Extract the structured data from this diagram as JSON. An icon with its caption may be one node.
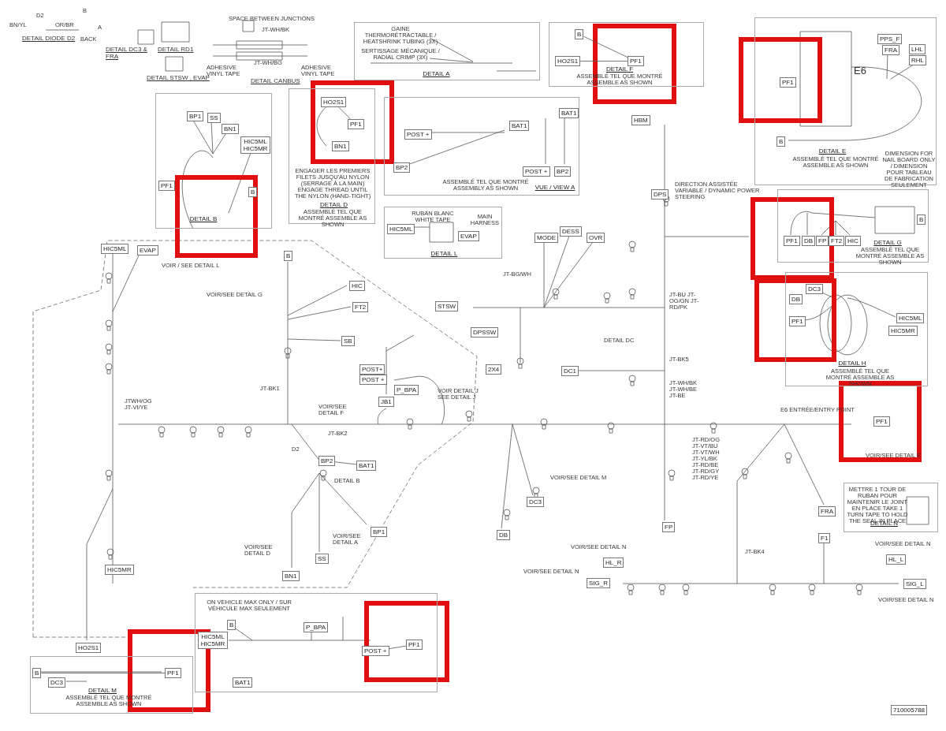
{
  "diagram": {
    "nodes": [
      {
        "text": [
          "DETAIL B"
        ]
      },
      {
        "text": [
          "BP1"
        ],
        "in": 0
      },
      {
        "text": [
          "SS"
        ],
        "in": 0
      },
      {
        "text": [
          "BN1"
        ],
        "in": 0
      },
      {
        "text": [
          "HIC5ML HIC5MR"
        ],
        "in": 0
      },
      {
        "text": [
          "PF1"
        ],
        "in": 0
      },
      {
        "text": [
          "B"
        ],
        "in": 0
      },
      {
        "text": [
          "ENGAGER LES PREMIERS FILETS JUSQU'AU NYLON (SERRAGE À LA MAIN) ENGAGE THREAD UNTIL THE NYLON (HAND-TIGHT)",
          "DETAIL D",
          "ASSEMBLÉ TEL QUE MONTRÉ ASSEMBLE AS SHOWN"
        ]
      },
      {
        "text": [
          "HO2S1"
        ],
        "in": 7
      },
      {
        "text": [
          "PF1"
        ],
        "in": 7
      },
      {
        "text": [
          "BN1"
        ],
        "in": 7
      },
      {
        "text": [
          "ASSEMBLÉ TEL QUE MONTRÉ ASSEMBLY AS SHOWN",
          "VUE / VIEW A"
        ]
      },
      {
        "text": [
          "POST +"
        ],
        "in": 11
      },
      {
        "text": [
          "BAT1"
        ],
        "in": 11
      },
      {
        "text": [
          "BP2"
        ],
        "in": 11
      },
      {
        "text": [
          "BAT1"
        ],
        "in": 11
      },
      {
        "text": [
          "POST +"
        ],
        "in": 11
      },
      {
        "text": [
          "BP2"
        ],
        "in": 11
      },
      {
        "text": [
          "GAINE THERMORÉTRACTABLE / HEATSHRINK TUBING (3X)",
          "SERTISSAGE MÉCANIQUE / RADIAL CRIMP (3X)",
          "DETAIL A"
        ]
      },
      {
        "text": [
          "DETAIL F",
          "ASSEMBLÉ TEL QUE MONTRÉ ASSEMBLE AS SHOWN"
        ]
      },
      {
        "text": [
          "B"
        ],
        "in": 19
      },
      {
        "text": [
          "HO2S1"
        ],
        "in": 19
      },
      {
        "text": [
          "PF1"
        ],
        "in": 19
      },
      {
        "text": [
          "E6",
          "DETAIL E",
          "ASSEMBLÉ TEL QUE MONTRÉ ASSEMBLE AS SHOWN",
          "DIMENSION FOR NAIL BOARD ONLY / DIMENSION POUR TABLEAU DE FABRICATION SEULEMENT"
        ]
      },
      {
        "text": [
          "PF1"
        ],
        "in": 23
      },
      {
        "text": [
          "PPS_F"
        ],
        "in": 23
      },
      {
        "text": [
          "FRA"
        ],
        "in": 23
      },
      {
        "text": [
          "LHL"
        ],
        "in": 23
      },
      {
        "text": [
          "RHL"
        ],
        "in": 23
      },
      {
        "text": [
          "B"
        ],
        "in": 23
      },
      {
        "text": [
          "DETAIL G",
          "ASSEMBLÉ TEL QUE MONTRÉ ASSEMBLE AS SHOWN"
        ]
      },
      {
        "text": [
          "PF1"
        ],
        "in": 30
      },
      {
        "text": [
          "DB"
        ],
        "in": 30
      },
      {
        "text": [
          "FP"
        ],
        "in": 30
      },
      {
        "text": [
          "FT2"
        ],
        "in": 30
      },
      {
        "text": [
          "HIC"
        ],
        "in": 30
      },
      {
        "text": [
          "B"
        ],
        "in": 30
      },
      {
        "text": [
          "DETAIL H",
          "ASSEMBLÉ TEL QUE MONTRÉ ASSEMBLE AS SHOWN"
        ]
      },
      {
        "text": [
          "DC3"
        ],
        "in": 37
      },
      {
        "text": [
          "DB"
        ],
        "in": 37
      },
      {
        "text": [
          "PF1"
        ],
        "in": 37
      },
      {
        "text": [
          "HIC5ML"
        ],
        "in": 37
      },
      {
        "text": [
          "HIC5MR"
        ],
        "in": 37
      },
      {
        "text": [
          "RUBAN BLANC WHITE TAPE",
          "MAIN HARNESS",
          "DETAIL L"
        ]
      },
      {
        "text": [
          "HIC5ML"
        ],
        "in": 43
      },
      {
        "text": [
          "EVAP"
        ],
        "in": 43
      },
      {
        "text": [
          "METTRE 1 TOUR DE RUBAN POUR MAINTENIR LE JOINT EN PLACE TAKE 1 TURN TAPE TO HOLD THE SEAL IN PLACE",
          "DETAIL N"
        ]
      },
      {
        "text": [
          "ON VEHICLE MAX ONLY / SUR VÉHICULE MAX SEULEMENT"
        ]
      },
      {
        "text": [
          "B"
        ],
        "in": 47
      },
      {
        "text": [
          "HIC5ML HIC5MR"
        ],
        "in": 47
      },
      {
        "text": [
          "P_BPA"
        ],
        "in": 47
      },
      {
        "text": [
          "POST +"
        ],
        "in": 47
      },
      {
        "text": [
          "PF1"
        ],
        "in": 47
      },
      {
        "text": [
          "BAT1"
        ],
        "in": 47
      },
      {
        "text": [
          "DETAIL M",
          "ASSEMBLÉ TEL QUE MONTRÉ ASSEMBLE AS SHOWN"
        ]
      },
      {
        "text": [
          "B"
        ],
        "in": 54
      },
      {
        "text": [
          "DC3"
        ],
        "in": 54
      },
      {
        "text": [
          "PF1"
        ],
        "in": 54
      },
      {
        "text": [
          "HIC5ML"
        ]
      },
      {
        "text": [
          "EVAP"
        ]
      },
      {
        "text": [
          "B"
        ]
      },
      {
        "text": [
          "HIC"
        ]
      },
      {
        "text": [
          "FT2"
        ]
      },
      {
        "text": [
          "SB"
        ]
      },
      {
        "text": [
          "POST+"
        ]
      },
      {
        "text": [
          "POST +"
        ]
      },
      {
        "text": [
          "P_BPA"
        ]
      },
      {
        "text": [
          "JB1"
        ]
      },
      {
        "text": [
          "BP2"
        ]
      },
      {
        "text": [
          "BAT1"
        ]
      },
      {
        "text": [
          "BP1"
        ]
      },
      {
        "text": [
          "SS"
        ]
      },
      {
        "text": [
          "BN1"
        ]
      },
      {
        "text": [
          "HIC5MR"
        ]
      },
      {
        "text": [
          "HO2S1"
        ]
      },
      {
        "text": [
          "HBM"
        ]
      },
      {
        "text": [
          "DPS"
        ]
      },
      {
        "text": [
          "MODE"
        ]
      },
      {
        "text": [
          "DESS"
        ]
      },
      {
        "text": [
          "OVR"
        ]
      },
      {
        "text": [
          "STSW"
        ]
      },
      {
        "text": [
          "DPSSW"
        ]
      },
      {
        "text": [
          "2X4"
        ]
      },
      {
        "text": [
          "DC1"
        ]
      },
      {
        "text": [
          "PF1"
        ]
      },
      {
        "text": [
          "DB"
        ]
      },
      {
        "text": [
          "DC3"
        ]
      },
      {
        "text": [
          "FP"
        ]
      },
      {
        "text": [
          "FRA"
        ]
      },
      {
        "text": [
          "F1"
        ]
      },
      {
        "text": [
          "HL_R"
        ]
      },
      {
        "text": [
          "SIG_R"
        ]
      },
      {
        "text": [
          "HL_L"
        ]
      },
      {
        "text": [
          "SIG_L"
        ]
      },
      {
        "text": [
          "710005788"
        ]
      }
    ],
    "edges": [
      {
        "from": 21,
        "to": 22,
        "arrow": "none"
      },
      {
        "from": 20,
        "to": 22,
        "arrow": "none"
      },
      {
        "from": 8,
        "to": 9,
        "arrow": "none"
      },
      {
        "from": 55,
        "to": 57,
        "arrow": "none"
      },
      {
        "from": 51,
        "to": 52,
        "arrow": "none"
      },
      {
        "from": 69,
        "to": 68,
        "arrow": "none"
      }
    ],
    "labels": [
      "BN/YL",
      "D2",
      "OR/BR",
      "DETAIL DIODE D2",
      "B",
      "A",
      "BACK",
      "DETAIL DC3 & FRA",
      "DETAIL RD1",
      "DETAIL STSW , EVAP",
      "SPACE BETWEEN JUNCTIONS",
      "JT-WH/BK",
      "ADHESIVE VINYL TAPE",
      "JT-WH/BG",
      "DETAIL CANBUS",
      "ADHESIVE VINYL TAPE",
      "VOIR / SEE DETAIL L",
      "VOIR/SEE DETAIL G",
      "JT-BK1",
      "VOIR DETAIL J SEE DETAIL J",
      "JTWH/OG JT-VI/YE",
      "VOIR/SEE DETAIL F",
      "JT-BK2",
      "D2",
      "DETAIL B",
      "VOIR/SEE DETAIL D",
      "VOIR/SEE DETAIL A",
      "JT-BG/WH",
      "DIRECTION ASSISTÉE VARIABLE / DYNAMIC POWER STEERING",
      "JT-BU JT-OG/GN JT-RD/PK",
      "DETAIL DC",
      "JT-BK5",
      "JT-WH/BK JT-WH/BE JT-BE",
      "E6 ENTRÉE/ENTRY POINT",
      "VOIR/SEE DETAIL E",
      "JT-RD/OG JT-VT/BU JT-VT/WH JT-YL/BK JT-RD/BE JT-RD/GY JT-RD/YE",
      "VOIR/SEE DETAIL M",
      "JT-BK4",
      "VOIR/SEE DETAIL N",
      "VOIR/SEE DETAIL N",
      "VOIR/SEE DETAIL N",
      "VOIR/SEE DETAIL N"
    ]
  }
}
